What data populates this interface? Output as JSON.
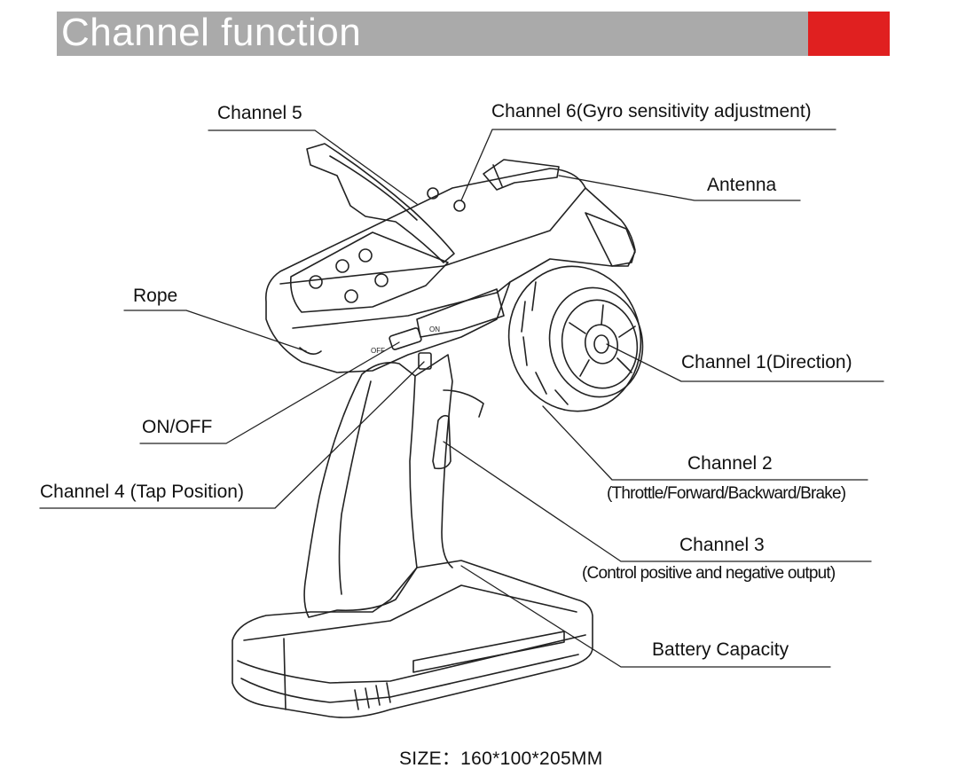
{
  "header": {
    "title": "Channel function",
    "bar_color": "#aaaaaa",
    "accent_color": "#e02020"
  },
  "labels": {
    "channel5": "Channel 5",
    "channel6": "Channel 6(Gyro sensitivity adjustment)",
    "antenna": "Antenna",
    "rope": "Rope",
    "channel1": "Channel 1(Direction)",
    "on_off": "ON/OFF",
    "channel2": "Channel 2",
    "channel2_sub": "(Throttle/Forward/Backward/Brake)",
    "channel4": "Channel 4 (Tap Position)",
    "channel3": "Channel 3",
    "channel3_sub": "(Control positive and negative output)",
    "battery": "Battery Capacity"
  },
  "device_marks": {
    "switch_off": "OFF",
    "switch_on": "ON"
  },
  "footer": {
    "size": "SIZE：160*100*205MM"
  }
}
